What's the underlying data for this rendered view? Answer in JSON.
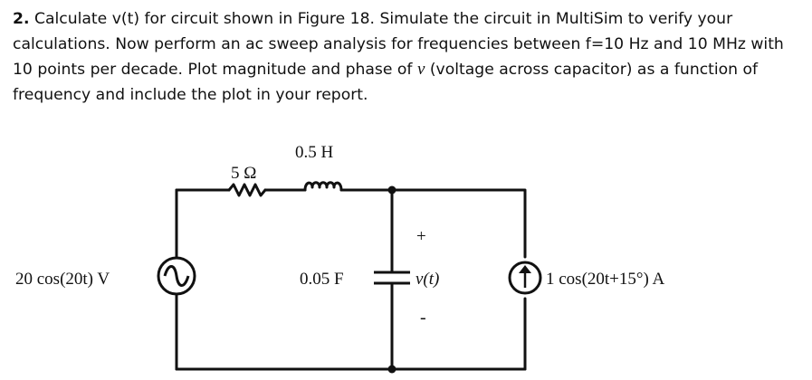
{
  "problem": {
    "number": "2.",
    "text_1": " Calculate v(t) for circuit shown in Figure 18. Simulate the circuit in MultiSim to verify your calculations. Now perform an ac sweep analysis for frequencies between f=10 Hz and 10 MHz with 10 points per decade. Plot magnitude and phase of ",
    "var": "v",
    "text_2": " (voltage across capacitor) as a function of frequency and include the plot in your report."
  },
  "circuit": {
    "resistor_label": "5 Ω",
    "inductor_label": "0.5 H",
    "capacitor_label": "0.05 F",
    "voltage_source_label": "20 cos(20t) V",
    "current_source_label": "1 cos(20t+15°) A",
    "vt_label": "v(t)",
    "plus_sign": "+",
    "minus_sign": "-"
  },
  "colors": {
    "wire": "#111111",
    "text": "#111111"
  }
}
